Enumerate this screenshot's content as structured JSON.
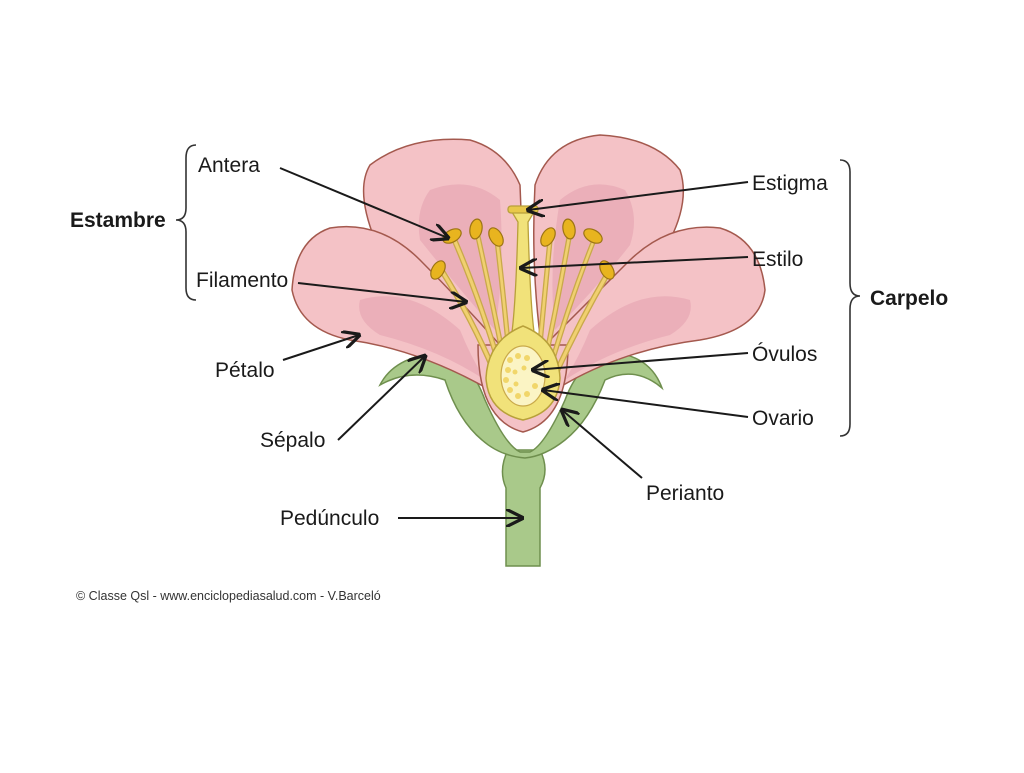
{
  "labels": {
    "antera": "Antera",
    "filamento": "Filamento",
    "petalo": "Pétalo",
    "sepalo": "Sépalo",
    "pedunculo": "Pedúnculo",
    "estigma": "Estigma",
    "estilo": "Estilo",
    "ovulos": "Óvulos",
    "ovario": "Ovario",
    "perianto": "Perianto"
  },
  "groups": {
    "estambre": "Estambre",
    "carpelo": "Carpelo"
  },
  "credit": "© Classe Qsl - www.enciclopediasalud.com - V.Barceló",
  "colors": {
    "petal": "#f4c2c6",
    "petal_shadow": "#e7a7b3",
    "petal_outline": "#a4594e",
    "sepal": "#a9c98a",
    "sepal_outline": "#6f8f4e",
    "stamen": "#f0d070",
    "anther": "#e8b41f",
    "pistil": "#f1e27a",
    "ovule": "#fbf4c4"
  }
}
